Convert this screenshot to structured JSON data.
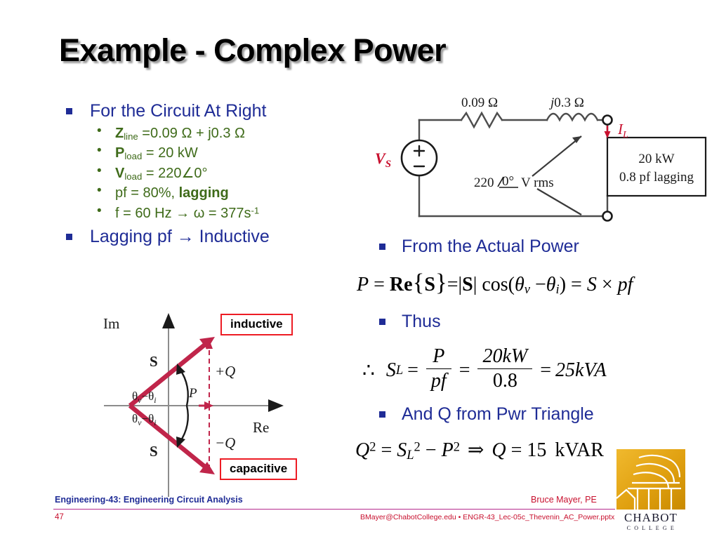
{
  "slide": {
    "title": "Example - Complex Power"
  },
  "left_column": {
    "heading_1": "For the Circuit At Right",
    "sub_items": [
      {
        "prefix": "Z",
        "sub": "line",
        "rest": " =0.09 Ω + j0.3 Ω"
      },
      {
        "prefix": "P",
        "sub": "load",
        "rest": " = 20 kW"
      },
      {
        "prefix": "V",
        "sub": "load",
        "rest": " = 220∠0°"
      },
      {
        "prefix": "pf",
        "sub": "",
        "rest": " = 80%, lagging",
        "bold_tail": "lagging"
      },
      {
        "prefix": "f",
        "sub": "",
        "rest": " = 60 Hz → ω = 377s",
        "sup": "-1"
      }
    ],
    "heading_2": "Lagging pf → Inductive"
  },
  "right_column": {
    "heading_actual_power": "From the Actual Power",
    "heading_thus": "Thus",
    "heading_and_q": "And Q from Pwr Triangle",
    "equation_1": "P = Re{S} = | S | cos(θv − θi) = S × pf",
    "equation_2": "∴ SL = P / pf = 20kW / 0.8 = 25kVA",
    "equation_3": "Q² = SL² − P² ⇒ Q = 15 kVAR",
    "eq1_parts": {
      "P": "P",
      "eq": "=",
      "Re": "Re",
      "S": "S",
      "abs_open": "=|",
      "abs_close": "|",
      "cos": "cos(",
      "theta_v": "θ",
      "sub_v": "v",
      "minus": "−",
      "theta_i": "θ",
      "sub_i": "i",
      "close": ")",
      "eq2": "=",
      "Sr": "S",
      "times": "×",
      "pf": "pf"
    },
    "eq2_parts": {
      "therefore": "∴",
      "S": "S",
      "sub_L": "L",
      "eq": "=",
      "num1": "P",
      "den1": "pf",
      "eq2": "=",
      "num2": "20kW",
      "den2": "0.8",
      "eq3": "=",
      "result": "25kVA"
    },
    "eq3_parts": {
      "Q": "Q",
      "sup2a": "2",
      "eq": "=",
      "S": "S",
      "subL": "L",
      "sup2b": "2",
      "minus": "−",
      "P": "P",
      "sup2c": "2",
      "implies": "⇒",
      "Q2": "Q",
      "eq2": "=",
      "value": "15",
      "unit": "kVAR"
    }
  },
  "circuit": {
    "source_label": "V",
    "source_sub": "S",
    "plus": "+",
    "minus": "−",
    "resistor_label": "0.09 Ω",
    "inductor_label": "j0.3 Ω",
    "voltage_annotation": "220∠0° V rms",
    "voltage_annotation_parts": {
      "mag": "220",
      "angle": "0°",
      "unit": "V rms"
    },
    "current_label": "I",
    "current_sub": "L",
    "load_line_1": "20 kW",
    "load_line_2": "0.8 pf lagging",
    "accent_color": "#C8102E",
    "wire_color": "#4D4D4D"
  },
  "phasor": {
    "axis_im": "Im",
    "axis_re": "Re",
    "vector_label_upper": "S",
    "vector_label_lower": "S",
    "angle_label_upper": "θv−θi",
    "angle_label_lower": "θv−θi",
    "p_label": "P",
    "plus_q_label": "+Q",
    "minus_q_label": "−Q",
    "tag_inductive": "inductive",
    "tag_capacitive": "capacitive",
    "vector_color": "#C0254A",
    "tag_border_color": "#ED1C24"
  },
  "footer": {
    "course": "Engineering-43: Engineering Circuit Analysis",
    "author": "Bruce Mayer, PE",
    "page_number": "47",
    "email_file": "BMayer@ChabotCollege.edu  • ENGR-43_Lec-05c_Thevenin_AC_Power.pptx",
    "rule_color": "#B42A8C"
  },
  "logo": {
    "name": "CHABOT",
    "subtitle": "C O L L E G E",
    "gold": "#E0A010"
  }
}
